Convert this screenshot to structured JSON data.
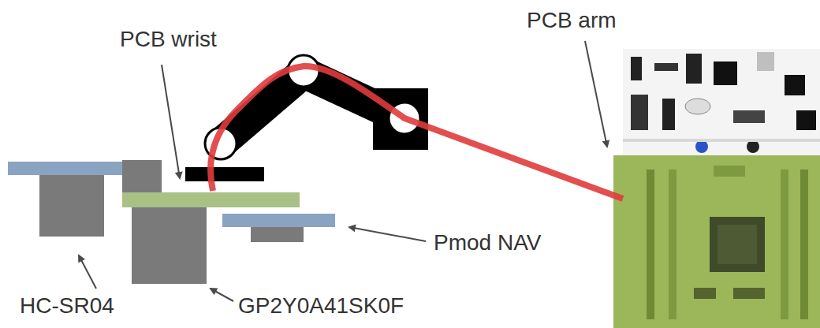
{
  "diagram": {
    "labels": [
      "PCB wrist",
      "PCB arm",
      "Pmod NAV",
      "HC-SR04",
      "GP2Y0A41SK0F"
    ]
  }
}
